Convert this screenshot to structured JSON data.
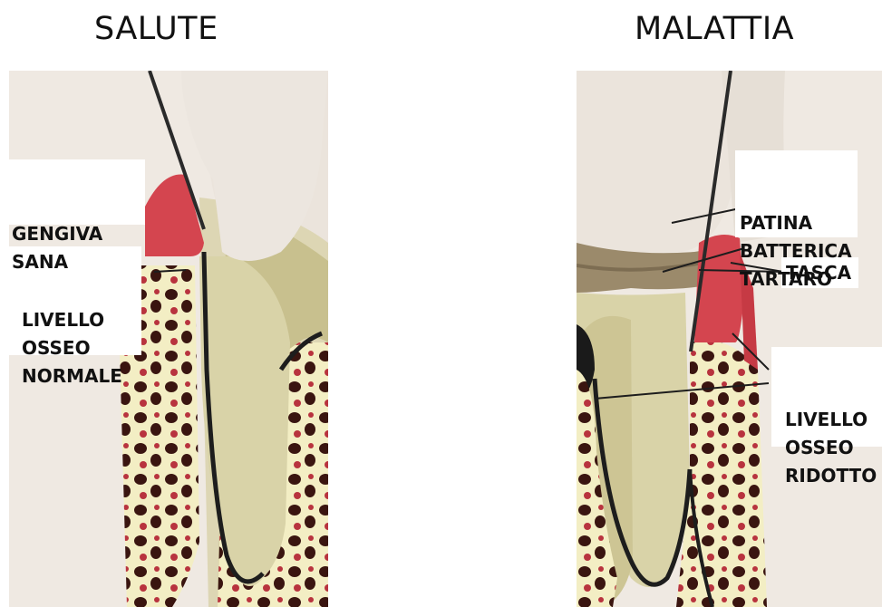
{
  "titles": {
    "left": "SALUTE",
    "right": "MALATTIA"
  },
  "left_labels": {
    "gum": [
      "GENGIVA",
      "SANA"
    ],
    "bone": [
      "LIVELLO",
      "OSSEO",
      "NORMALE"
    ]
  },
  "right_labels": {
    "plaque": [
      "PATINA",
      "BATTERICA",
      "TARTARO"
    ],
    "pocket": "TASCA",
    "bone": [
      "LIVELLO",
      "OSSEO",
      "RIDOTTO"
    ]
  },
  "colors": {
    "enamel": "#ebe4dc",
    "dentin": "#f3eec4",
    "root": "#d9d3a8",
    "gum": "#d4454f",
    "bone_hole": "#3a1510",
    "bone_marrow": "#b8333e",
    "tartar": "#9b8a6b"
  }
}
